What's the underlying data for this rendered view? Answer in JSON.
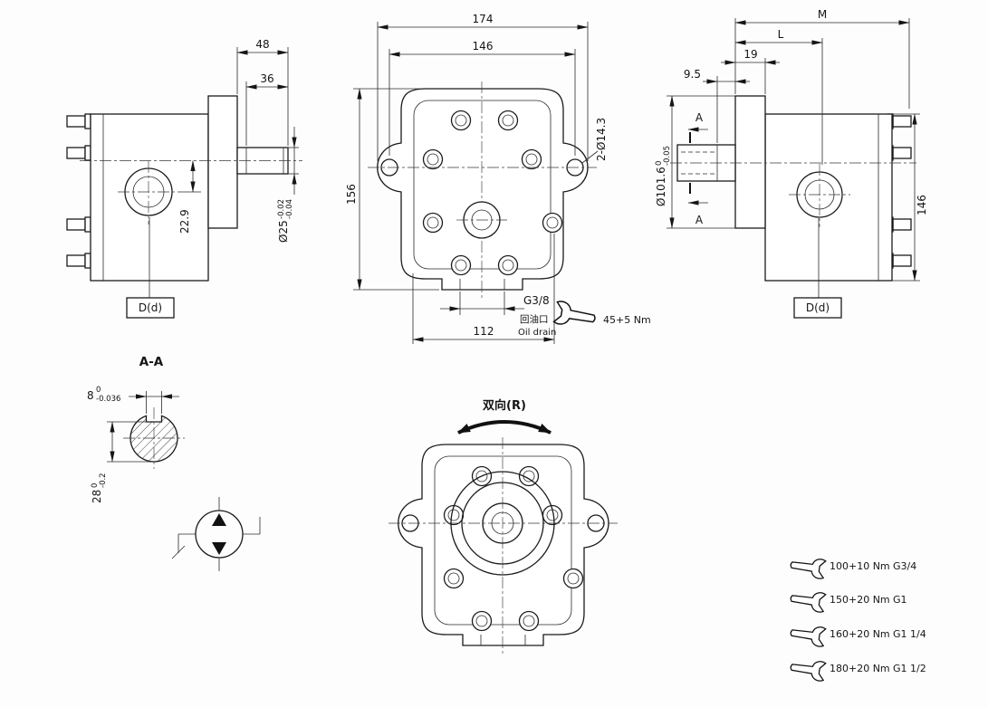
{
  "drawing": {
    "side_left": {
      "dim_48": "48",
      "dim_36": "36",
      "dim_22_9": "22.9",
      "shaft_dia": "Ø25",
      "shaft_tol_up": "-0.02",
      "shaft_tol_low": "-0.04",
      "mount_label": "D(d)"
    },
    "front": {
      "dim_174": "174",
      "dim_146": "146",
      "dim_156": "156",
      "dim_holes": "2-Ø14.3",
      "drain_thread": "G3/8",
      "drain_label_cn": "回油口",
      "drain_label_en": "Oil drain",
      "dim_112": "112",
      "wrench_torque": "45+5 Nm"
    },
    "side_right": {
      "dim_M": "M",
      "dim_L": "L",
      "dim_19": "19",
      "dim_9_5": "9.5",
      "pilot_dia": "Ø101.6",
      "pilot_tol_up": "0",
      "pilot_tol_low": "-0.05",
      "section_mark": "A",
      "dim_146": "146",
      "mount_label": "D(d)"
    },
    "section_AA": {
      "title": "A-A",
      "key_width": "8",
      "key_width_tol_up": "0",
      "key_width_tol_low": "-0.036",
      "key_depth": "28",
      "key_depth_tol_up": "0",
      "key_depth_tol_low": "-0.2"
    },
    "bottom_front": {
      "direction_label": "双向(R)"
    },
    "torque_table": [
      {
        "torque": "100+10 Nm",
        "thread": "G3/4"
      },
      {
        "torque": "150+20 Nm",
        "thread": "G1"
      },
      {
        "torque": "160+20 Nm",
        "thread": "G1 1/4"
      },
      {
        "torque": "180+20 Nm",
        "thread": "G1 1/2"
      }
    ]
  }
}
